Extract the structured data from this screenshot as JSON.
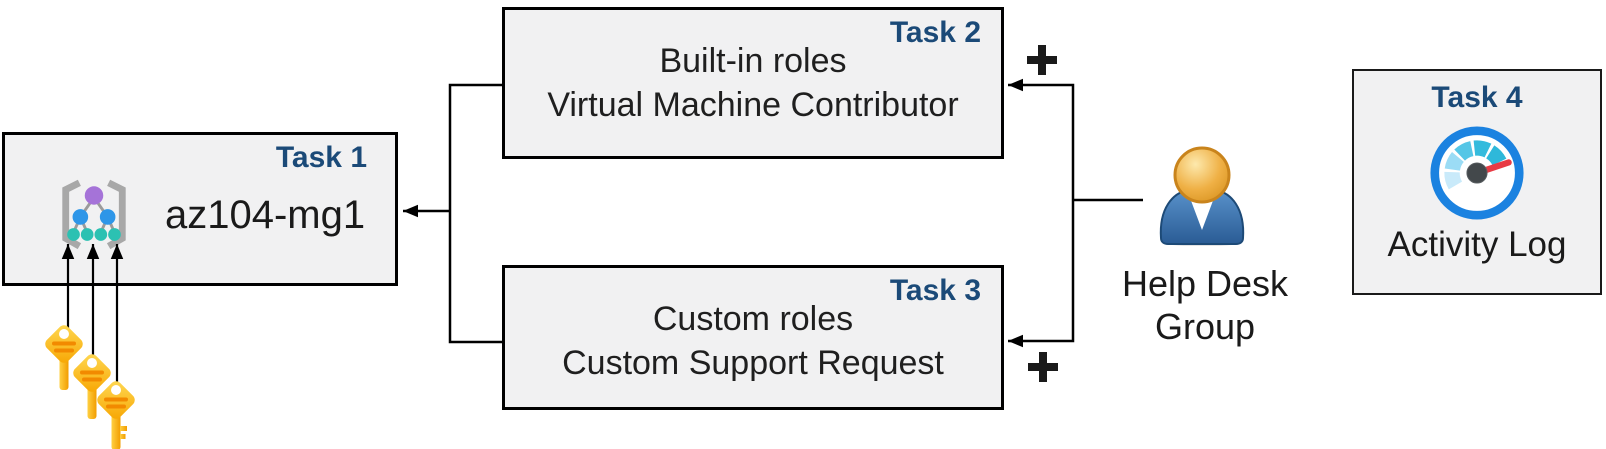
{
  "task1": {
    "label": "Task 1",
    "name": "az104-mg1"
  },
  "task2": {
    "label": "Task 2",
    "line1": "Built-in roles",
    "line2": "Virtual Machine Contributor"
  },
  "task3": {
    "label": "Task 3",
    "line1": "Custom roles",
    "line2": "Custom Support Request"
  },
  "task4": {
    "label": "Task 4",
    "caption": "Activity Log"
  },
  "help_desk_group": {
    "line1": "Help Desk",
    "line2": "Group"
  },
  "icons": {
    "management_group": "management-group-icon",
    "key": "key-icon",
    "user": "user-icon",
    "gauge": "gauge-icon",
    "plus_glyph": "+"
  },
  "colors": {
    "task_label_blue": "#1b4a78",
    "box_fill": "#f1f1f2",
    "box_border": "#000000",
    "connector_black": "#000000",
    "key_gold": "#ffc420",
    "key_stripe": "#f28a00",
    "user_head_orange": "#e9a93d",
    "user_body_blue": "#3a76b0",
    "gauge_ring_blue": "#1b82e0",
    "gauge_needle_red": "#e83b44",
    "mg_root_purple": "#a573d8",
    "mg_node_blue": "#2e96e8",
    "mg_leaf_teal": "#2cc1b2",
    "mg_brace_gray": "#a8a8a8"
  }
}
